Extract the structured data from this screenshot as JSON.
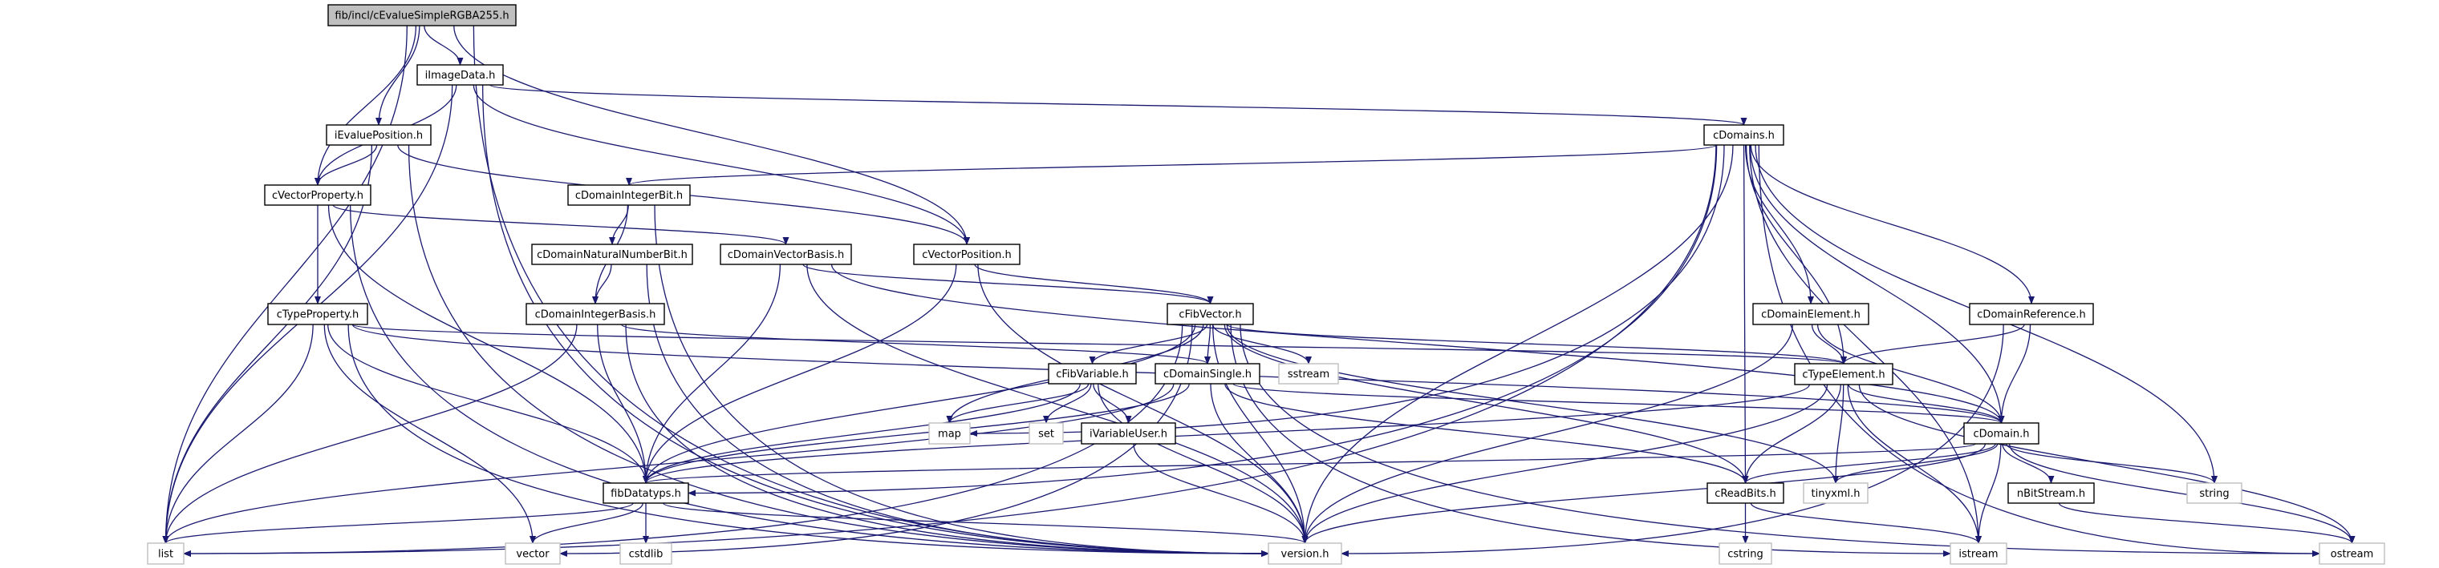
{
  "title": "fib/incl/cEvalueSimpleRGBA255.h",
  "colors": {
    "edge": "#191970",
    "root_fill": "#bfbfbf",
    "node_fill": "#ffffff",
    "node_border": "#000000",
    "external_border": "#bfbfbf",
    "background": "#ffffff"
  },
  "nodes": [
    {
      "id": "root",
      "label": "fib/incl/cEvalueSimpleRGBA255.h",
      "kind": "root"
    },
    {
      "id": "iImageData",
      "label": "iImageData.h",
      "kind": "internal"
    },
    {
      "id": "iEvaluePosition",
      "label": "iEvaluePosition.h",
      "kind": "internal"
    },
    {
      "id": "cVectorProperty",
      "label": "cVectorProperty.h",
      "kind": "internal"
    },
    {
      "id": "cDomainIntegerBit",
      "label": "cDomainIntegerBit.h",
      "kind": "internal"
    },
    {
      "id": "cDomains",
      "label": "cDomains.h",
      "kind": "internal"
    },
    {
      "id": "cDomainNaturalNumberBit",
      "label": "cDomainNaturalNumberBit.h",
      "kind": "internal"
    },
    {
      "id": "cDomainVectorBasis",
      "label": "cDomainVectorBasis.h",
      "kind": "internal"
    },
    {
      "id": "cVectorPosition",
      "label": "cVectorPosition.h",
      "kind": "internal"
    },
    {
      "id": "cTypeProperty",
      "label": "cTypeProperty.h",
      "kind": "internal"
    },
    {
      "id": "cDomainIntegerBasis",
      "label": "cDomainIntegerBasis.h",
      "kind": "internal"
    },
    {
      "id": "cFibVector",
      "label": "cFibVector.h",
      "kind": "internal"
    },
    {
      "id": "cDomainElement",
      "label": "cDomainElement.h",
      "kind": "internal"
    },
    {
      "id": "cDomainReference",
      "label": "cDomainReference.h",
      "kind": "internal"
    },
    {
      "id": "cFibVariable",
      "label": "cFibVariable.h",
      "kind": "internal"
    },
    {
      "id": "cDomainSingle",
      "label": "cDomainSingle.h",
      "kind": "internal"
    },
    {
      "id": "sstream",
      "label": "sstream",
      "kind": "external"
    },
    {
      "id": "cTypeElement",
      "label": "cTypeElement.h",
      "kind": "internal"
    },
    {
      "id": "map",
      "label": "map",
      "kind": "external"
    },
    {
      "id": "set",
      "label": "set",
      "kind": "external"
    },
    {
      "id": "iVariableUser",
      "label": "iVariableUser.h",
      "kind": "internal"
    },
    {
      "id": "cDomain",
      "label": "cDomain.h",
      "kind": "internal"
    },
    {
      "id": "fibDatatyps",
      "label": "fibDatatyps.h",
      "kind": "internal"
    },
    {
      "id": "cReadBits",
      "label": "cReadBits.h",
      "kind": "internal"
    },
    {
      "id": "tinyxml",
      "label": "tinyxml.h",
      "kind": "external"
    },
    {
      "id": "nBitStream",
      "label": "nBitStream.h",
      "kind": "internal"
    },
    {
      "id": "string",
      "label": "string",
      "kind": "external"
    },
    {
      "id": "list",
      "label": "list",
      "kind": "external"
    },
    {
      "id": "vector",
      "label": "vector",
      "kind": "external"
    },
    {
      "id": "cstdlib",
      "label": "cstdlib",
      "kind": "external"
    },
    {
      "id": "version",
      "label": "version.h",
      "kind": "external"
    },
    {
      "id": "cstring",
      "label": "cstring",
      "kind": "external"
    },
    {
      "id": "istream",
      "label": "istream",
      "kind": "external"
    },
    {
      "id": "ostream",
      "label": "ostream",
      "kind": "external"
    }
  ],
  "edges": [
    [
      "root",
      "list"
    ],
    [
      "root",
      "iImageData"
    ],
    [
      "root",
      "iEvaluePosition"
    ],
    [
      "root",
      "cVectorProperty"
    ],
    [
      "root",
      "cVectorPosition"
    ],
    [
      "root",
      "version"
    ],
    [
      "iImageData",
      "list"
    ],
    [
      "iImageData",
      "cVectorProperty"
    ],
    [
      "iImageData",
      "cDomains"
    ],
    [
      "iImageData",
      "cVectorPosition"
    ],
    [
      "iImageData",
      "version"
    ],
    [
      "iEvaluePosition",
      "list"
    ],
    [
      "iEvaluePosition",
      "cVectorProperty"
    ],
    [
      "iEvaluePosition",
      "cVectorPosition"
    ],
    [
      "iEvaluePosition",
      "version"
    ],
    [
      "cVectorProperty",
      "cTypeProperty"
    ],
    [
      "cVectorProperty",
      "cDomainVectorBasis"
    ],
    [
      "cVectorProperty",
      "fibDatatyps"
    ],
    [
      "cVectorProperty",
      "version"
    ],
    [
      "cTypeProperty",
      "list"
    ],
    [
      "cTypeProperty",
      "fibDatatyps"
    ],
    [
      "cTypeProperty",
      "cTypeElement"
    ],
    [
      "cTypeProperty",
      "cDomain"
    ],
    [
      "cTypeProperty",
      "vector"
    ],
    [
      "cTypeProperty",
      "version"
    ],
    [
      "cDomainIntegerBit",
      "cDomainNaturalNumberBit"
    ],
    [
      "cDomainIntegerBit",
      "cDomainIntegerBasis"
    ],
    [
      "cDomainIntegerBit",
      "version"
    ],
    [
      "cDomainNaturalNumberBit",
      "cDomainIntegerBasis"
    ],
    [
      "cDomainNaturalNumberBit",
      "version"
    ],
    [
      "cDomainVectorBasis",
      "cFibVector"
    ],
    [
      "cDomainVectorBasis",
      "fibDatatyps"
    ],
    [
      "cDomainVectorBasis",
      "cDomain"
    ],
    [
      "cDomainVectorBasis",
      "version"
    ],
    [
      "cDomainIntegerBasis",
      "list"
    ],
    [
      "cDomainIntegerBasis",
      "fibDatatyps"
    ],
    [
      "cDomainIntegerBasis",
      "cDomainSingle"
    ],
    [
      "cDomainIntegerBasis",
      "version"
    ],
    [
      "cVectorPosition",
      "cFibVector"
    ],
    [
      "cVectorPosition",
      "fibDatatyps"
    ],
    [
      "cVectorPosition",
      "version"
    ],
    [
      "cDomains",
      "list"
    ],
    [
      "cDomains",
      "cDomainIntegerBit"
    ],
    [
      "cDomains",
      "fibDatatyps"
    ],
    [
      "cDomains",
      "map"
    ],
    [
      "cDomains",
      "cDomainElement"
    ],
    [
      "cDomains",
      "cTypeElement"
    ],
    [
      "cDomains",
      "cDomainReference"
    ],
    [
      "cDomains",
      "cDomain"
    ],
    [
      "cDomains",
      "cReadBits"
    ],
    [
      "cDomains",
      "version"
    ],
    [
      "cDomains",
      "string"
    ],
    [
      "cDomains",
      "istream"
    ],
    [
      "cDomains",
      "ostream"
    ],
    [
      "cFibVector",
      "list"
    ],
    [
      "cFibVector",
      "vector"
    ],
    [
      "cFibVector",
      "map"
    ],
    [
      "cFibVector",
      "fibDatatyps"
    ],
    [
      "cFibVector",
      "cFibVariable"
    ],
    [
      "cFibVector",
      "cDomainSingle"
    ],
    [
      "cFibVector",
      "sstream"
    ],
    [
      "cFibVector",
      "cTypeElement"
    ],
    [
      "cFibVector",
      "cReadBits"
    ],
    [
      "cFibVector",
      "tinyxml"
    ],
    [
      "cFibVector",
      "version"
    ],
    [
      "cFibVector",
      "istream"
    ],
    [
      "cFibVector",
      "ostream"
    ],
    [
      "cFibVariable",
      "map"
    ],
    [
      "cFibVariable",
      "set"
    ],
    [
      "cFibVariable",
      "iVariableUser"
    ],
    [
      "cFibVariable",
      "fibDatatyps"
    ],
    [
      "cFibVariable",
      "version"
    ],
    [
      "cDomainSingle",
      "cDomain"
    ],
    [
      "cDomainSingle",
      "fibDatatyps"
    ],
    [
      "cDomainSingle",
      "cReadBits"
    ],
    [
      "cDomainSingle",
      "list"
    ],
    [
      "cDomainSingle",
      "version"
    ],
    [
      "iVariableUser",
      "version"
    ],
    [
      "cDomainElement",
      "cTypeElement"
    ],
    [
      "cDomainElement",
      "cDomain"
    ],
    [
      "cDomainElement",
      "version"
    ],
    [
      "cDomainReference",
      "cTypeElement"
    ],
    [
      "cDomainReference",
      "cDomain"
    ],
    [
      "cDomainReference",
      "version"
    ],
    [
      "cTypeElement",
      "cDomain"
    ],
    [
      "cTypeElement",
      "fibDatatyps"
    ],
    [
      "cTypeElement",
      "cReadBits"
    ],
    [
      "cTypeElement",
      "tinyxml"
    ],
    [
      "cTypeElement",
      "istream"
    ],
    [
      "cTypeElement",
      "ostream"
    ],
    [
      "cTypeElement",
      "version"
    ],
    [
      "cDomain",
      "fibDatatyps"
    ],
    [
      "cDomain",
      "cReadBits"
    ],
    [
      "cDomain",
      "tinyxml"
    ],
    [
      "cDomain",
      "nBitStream"
    ],
    [
      "cDomain",
      "string"
    ],
    [
      "cDomain",
      "istream"
    ],
    [
      "cDomain",
      "ostream"
    ],
    [
      "cDomain",
      "version"
    ],
    [
      "fibDatatyps",
      "list"
    ],
    [
      "fibDatatyps",
      "vector"
    ],
    [
      "fibDatatyps",
      "cstdlib"
    ],
    [
      "fibDatatyps",
      "version"
    ],
    [
      "cReadBits",
      "cstring"
    ],
    [
      "cReadBits",
      "istream"
    ],
    [
      "nBitStream",
      "ostream"
    ]
  ]
}
